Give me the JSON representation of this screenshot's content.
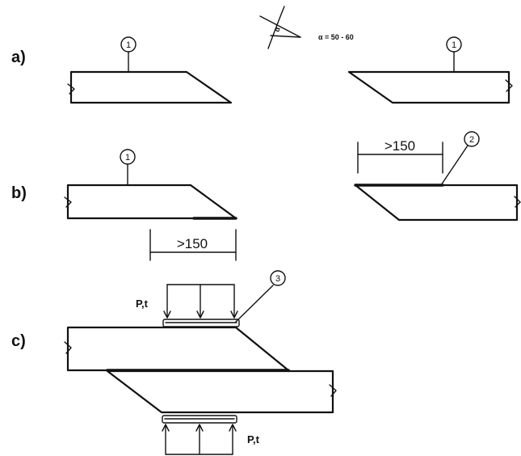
{
  "row_labels": {
    "a": "a)",
    "b": "b)",
    "c": "c)"
  },
  "angle": {
    "symbol": "α",
    "note": "α = 50 - 60"
  },
  "markers": {
    "one": "1",
    "two": "2",
    "three": "3"
  },
  "dimension": {
    "overlap": ">150"
  },
  "load": {
    "label": "P,t"
  },
  "colors": {
    "ink": "#111111",
    "background": "#ffffff"
  }
}
